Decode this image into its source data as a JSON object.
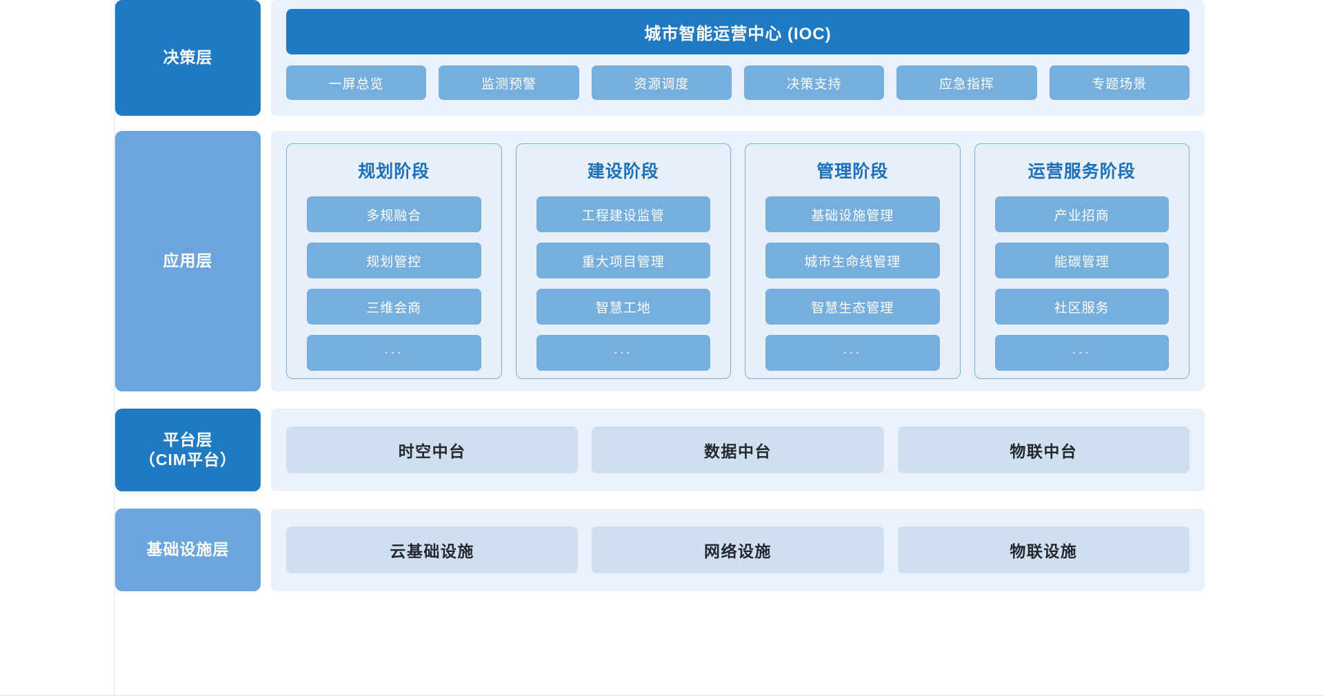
{
  "diagram": {
    "title": "城市智能运营中心 (IOC)",
    "layers": [
      {
        "key": "decision",
        "label": "决策层",
        "style": "dark"
      },
      {
        "key": "application",
        "label": "应用层",
        "style": "light"
      },
      {
        "key": "platform",
        "label_line1": "平台层",
        "label_line2": "（CIM平台）",
        "style": "dark"
      },
      {
        "key": "infrastructure",
        "label": "基础设施层",
        "style": "light"
      }
    ]
  },
  "decision": {
    "banner": "城市智能运营中心 (IOC)",
    "buttons": [
      "一屏总览",
      "监测预警",
      "资源调度",
      "决策支持",
      "应急指挥",
      "专题场景"
    ]
  },
  "application": {
    "phases": [
      {
        "title": "规划阶段",
        "items": [
          "多规融合",
          "规划管控",
          "三维会商",
          "..."
        ]
      },
      {
        "title": "建设阶段",
        "items": [
          "工程建设监管",
          "重大项目管理",
          "智慧工地",
          "..."
        ]
      },
      {
        "title": "管理阶段",
        "items": [
          "基础设施管理",
          "城市生命线管理",
          "智慧生态管理",
          "..."
        ]
      },
      {
        "title": "运营服务阶段",
        "items": [
          "产业招商",
          "能碳管理",
          "社区服务",
          "..."
        ]
      }
    ]
  },
  "platform": {
    "boxes": [
      "时空中台",
      "数据中台",
      "物联中台"
    ]
  },
  "infrastructure": {
    "boxes": [
      "云基础设施",
      "网络设施",
      "物联设施"
    ]
  },
  "colors": {
    "primary_dark_blue": "#1f7ac2",
    "medium_blue": "#76aedd",
    "layer_chip_light": "#6aa6dc",
    "panel_background": "#eaf1fa",
    "card_background": "#e7eff9",
    "card_border": "#76aedd",
    "box_light_blue": "#cfdff0",
    "title_text": "#1c6fba",
    "page_background": "#ffffff"
  }
}
